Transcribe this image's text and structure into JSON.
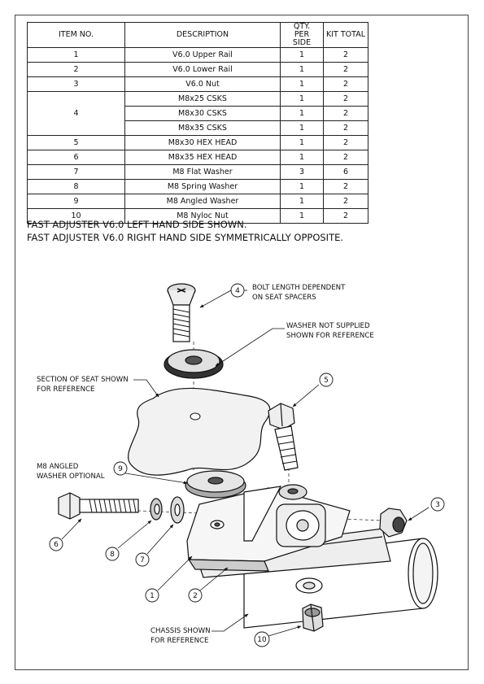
{
  "bom": {
    "headers": [
      "ITEM NO.",
      "DESCRIPTION",
      "QTY. PER SIDE",
      "KIT TOTAL"
    ],
    "rows": [
      {
        "item": "1",
        "desc": "V6.0 Upper Rail",
        "qty": "1",
        "total": "2"
      },
      {
        "item": "2",
        "desc": "V6.0 Lower Rail",
        "qty": "1",
        "total": "2"
      },
      {
        "item": "3",
        "desc": "V6.0 Nut",
        "qty": "1",
        "total": "2"
      },
      {
        "item": "4",
        "desc": "M8x25 CSKS",
        "qty": "1",
        "total": "2"
      },
      {
        "item": "",
        "desc": "M8x30 CSKS",
        "qty": "1",
        "total": "2"
      },
      {
        "item": "",
        "desc": "M8x35 CSKS",
        "qty": "1",
        "total": "2"
      },
      {
        "item": "5",
        "desc": "M8x30 HEX HEAD",
        "qty": "1",
        "total": "2"
      },
      {
        "item": "6",
        "desc": "M8x35 HEX HEAD",
        "qty": "1",
        "total": "2"
      },
      {
        "item": "7",
        "desc": "M8 Flat Washer",
        "qty": "3",
        "total": "6"
      },
      {
        "item": "8",
        "desc": "M8 Spring Washer",
        "qty": "1",
        "total": "2"
      },
      {
        "item": "9",
        "desc": "M8 Angled Washer",
        "qty": "1",
        "total": "2"
      },
      {
        "item": "10",
        "desc": "M8 Nyloc Nut",
        "qty": "1",
        "total": "2"
      }
    ]
  },
  "notes": {
    "line1": "FAST ADJUSTER V6.0 LEFT HAND SIDE SHOWN.",
    "line2": "FAST ADJUSTER V6.0 RIGHT HAND SIDE SYMMETRICALLY OPPOSITE."
  },
  "callouts": {
    "bolt_length_1": "BOLT LENGTH DEPENDENT",
    "bolt_length_2": "ON SEAT SPACERS",
    "washer_1": "WASHER NOT SUPPLIED",
    "washer_2": "SHOWN FOR REFERENCE",
    "seat_1": "SECTION OF SEAT SHOWN",
    "seat_2": "FOR REFERENCE",
    "angled_1": "M8 ANGLED",
    "angled_2": "WASHER OPTIONAL",
    "chassis_1": "CHASSIS SHOWN",
    "chassis_2": "FOR REFERENCE"
  },
  "balloons": {
    "b1": "1",
    "b2": "2",
    "b3": "3",
    "b4": "4",
    "b5": "5",
    "b6": "6",
    "b7": "7",
    "b8": "8",
    "b9": "9",
    "b10": "10"
  }
}
